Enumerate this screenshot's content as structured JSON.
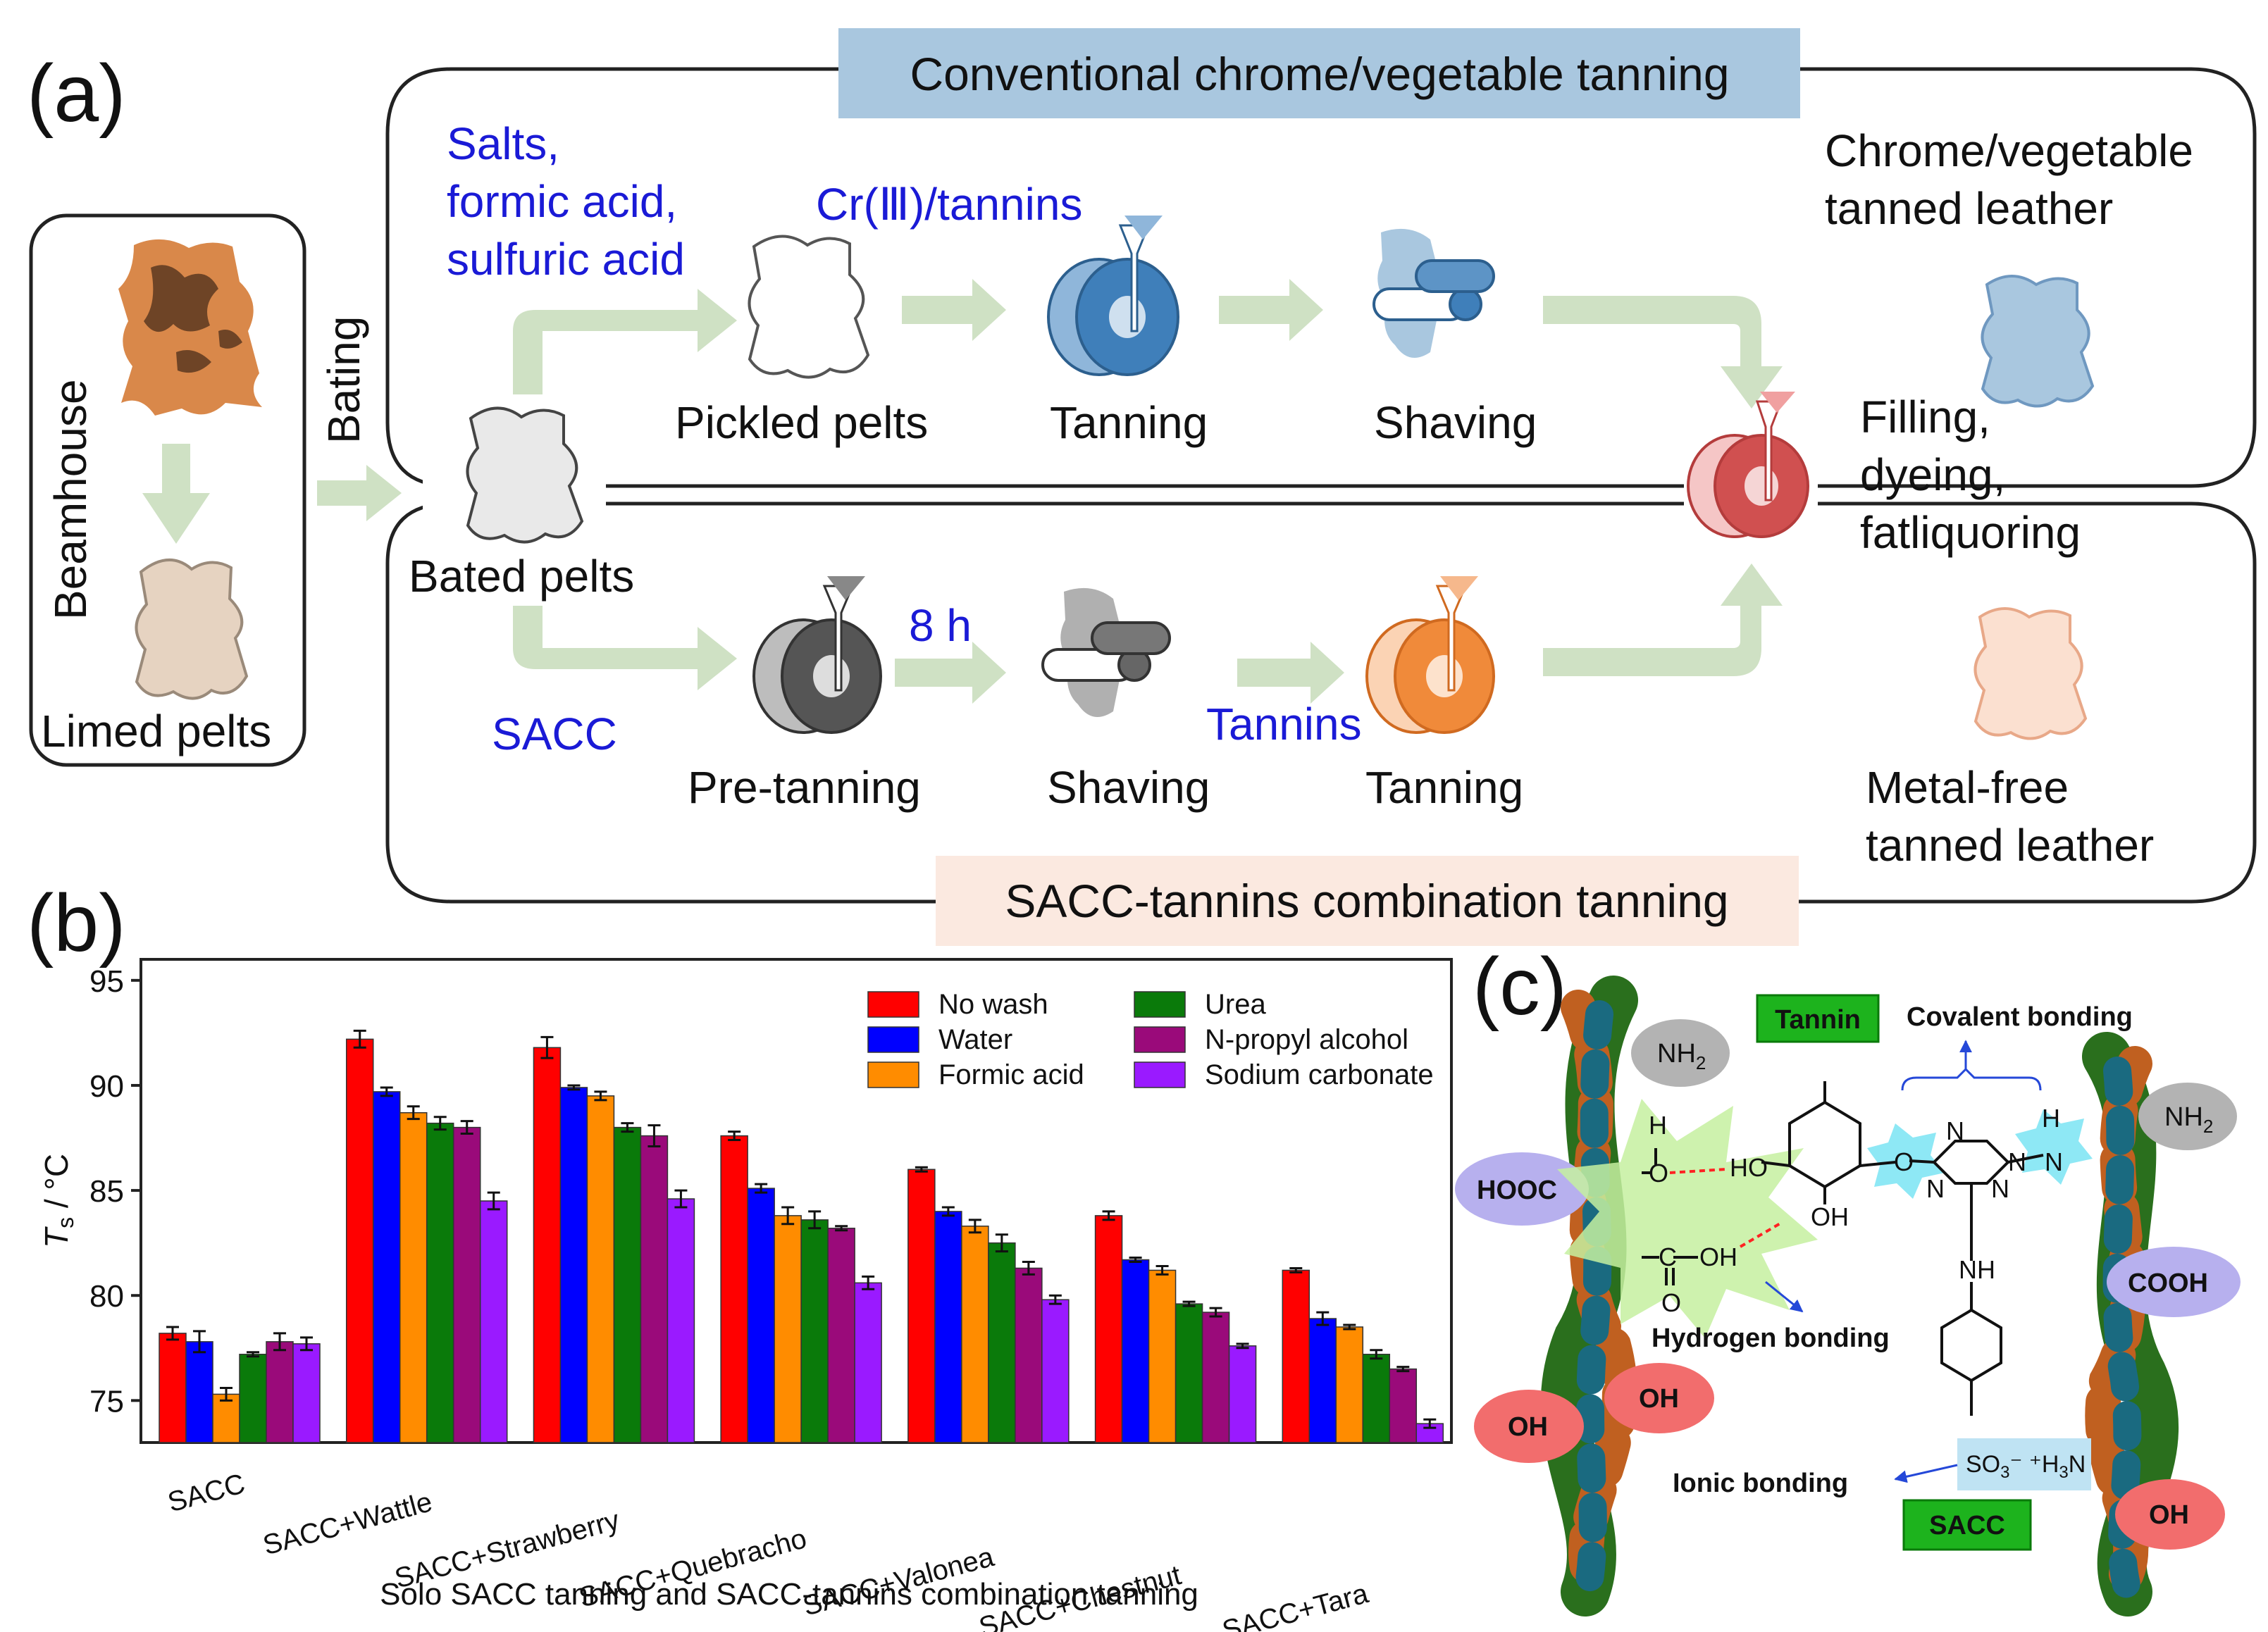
{
  "panels": {
    "a": "(a)",
    "b": "(b)",
    "c": "(c)"
  },
  "panel_a": {
    "conventional_title": "Conventional chrome/vegetable tanning",
    "sacc_title": "SACC-tannins combination tanning",
    "beamhouse": "Beamhouse",
    "limed_pelts": "Limed pelts",
    "bating": "Bating",
    "bated_pelts": "Bated pelts",
    "salts_lines": [
      "Salts,",
      "formic acid,",
      "sulfuric acid"
    ],
    "cr_tannins": "Cr(Ⅲ)/tannins",
    "pickled_pelts": "Pickled pelts",
    "tanning_top": "Tanning",
    "shaving_top": "Shaving",
    "chrome_leather_lines": [
      "Chrome/vegetable",
      "tanned leather"
    ],
    "filling_lines": [
      "Filling,",
      "dyeing,",
      "fatliquoring"
    ],
    "sacc": "SACC",
    "eight_h": "8 h",
    "pre_tanning": "Pre-tanning",
    "shaving_bottom": "Shaving",
    "tannins": "Tannins",
    "tanning_bottom": "Tanning",
    "metal_free_lines": [
      "Metal-free",
      "tanned leather"
    ],
    "colors": {
      "title_top": "#a9c7df",
      "title_bottom": "#fbe9e0",
      "blue_text": "#1a1ad6",
      "arrow": "#cfe1c4",
      "top_drum": "#3f7fba",
      "bottom_drum": "#f08a3a",
      "pre_drum": "#555555",
      "end_drum": "#d05050"
    }
  },
  "chart_data": {
    "type": "bar",
    "categories": [
      "SACC",
      "SACC+Wattle",
      "SACC+Strawberry",
      "SACC+Quebracho",
      "SACC+Valonea",
      "SACC+Chestnut",
      "SACC+Tara"
    ],
    "series": [
      {
        "name": "No wash",
        "color": "#ff0000",
        "values": [
          78.2,
          92.2,
          91.8,
          87.6,
          86.0,
          83.8,
          81.2
        ],
        "err": [
          0.3,
          0.4,
          0.5,
          0.2,
          0.1,
          0.2,
          0.1
        ]
      },
      {
        "name": "Water",
        "color": "#0000ff",
        "values": [
          77.8,
          89.7,
          89.9,
          85.1,
          84.0,
          81.7,
          78.9
        ],
        "err": [
          0.5,
          0.2,
          0.1,
          0.2,
          0.2,
          0.1,
          0.3
        ]
      },
      {
        "name": "Formic acid",
        "color": "#ff8c00",
        "values": [
          75.3,
          88.7,
          89.5,
          83.8,
          83.3,
          81.2,
          78.5
        ],
        "err": [
          0.3,
          0.3,
          0.2,
          0.4,
          0.3,
          0.2,
          0.1
        ]
      },
      {
        "name": "Urea",
        "color": "#0a7a0a",
        "values": [
          77.2,
          88.2,
          88.0,
          83.6,
          82.5,
          79.6,
          77.2
        ],
        "err": [
          0.1,
          0.3,
          0.2,
          0.4,
          0.4,
          0.1,
          0.2
        ]
      },
      {
        "name": "N-propyl alcohol",
        "color": "#9a0a7a",
        "values": [
          77.8,
          88.0,
          87.6,
          83.2,
          81.3,
          79.2,
          76.5
        ],
        "err": [
          0.4,
          0.3,
          0.5,
          0.1,
          0.3,
          0.2,
          0.1
        ]
      },
      {
        "name": "Sodium carbonate",
        "color": "#9a1aff",
        "values": [
          77.7,
          84.5,
          84.6,
          80.6,
          79.8,
          77.6,
          73.9
        ],
        "err": [
          0.3,
          0.4,
          0.4,
          0.3,
          0.2,
          0.1,
          0.2
        ]
      }
    ],
    "ylim": [
      73,
      96
    ],
    "yticks": [
      75,
      80,
      85,
      90,
      95
    ],
    "ylabel_main": "T",
    "ylabel_sub": "s",
    "ylabel_unit": " / °C",
    "xlabel": "Solo SACC tanning and SACC-tannins combination tanning",
    "legend_position": "top-right",
    "grid": false
  },
  "panel_c": {
    "tannin": "Tannin",
    "covalent": "Covalent bonding",
    "hydrogen": "Hydrogen bonding",
    "ionic": "Ionic bonding",
    "sacc": "SACC",
    "nh2": "NH",
    "sub2": "2",
    "hooc": "HOOC",
    "cooh": "COOH",
    "oh": "OH",
    "so3_a": "SO",
    "so3_b": "3",
    "so3_c": "⁻ ⁺H",
    "so3_d": "3",
    "so3_e": "N",
    "atom_h": "H",
    "atom_o": "O",
    "atom_n": "N",
    "atom_ho": "HO",
    "atom_oh": "OH",
    "atom_nh": "NH",
    "atom_c": "C",
    "atom_h2": "H",
    "atom_n2": "N",
    "colors": {
      "tannin_box": "#1db31d",
      "sacc_box": "#1db31d",
      "gray_ellipse": "#b3b3b3",
      "purple_ellipse": "#b7b0ee",
      "red_ellipse": "#f26d6d",
      "green_burst": "#c6f0a0",
      "cyan_star": "#8ee8f5",
      "so3_box": "#bfe3f3"
    }
  }
}
